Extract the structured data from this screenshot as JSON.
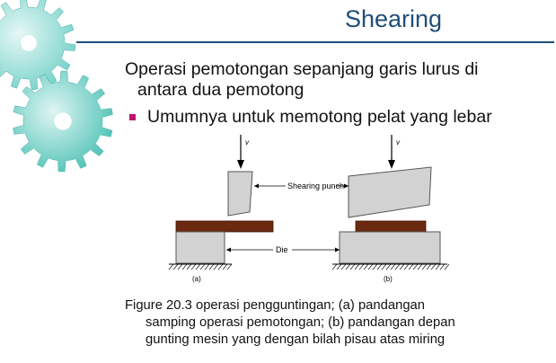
{
  "slide": {
    "title": "Shearing",
    "paragraph_line1": "Operasi pemotongan sepanjang garis lurus di",
    "paragraph_line2": "antara dua pemotong",
    "bullet_text": "Umumnya untuk memotong pelat yang lebar"
  },
  "diagram": {
    "velocity_left": "v",
    "velocity_right": "v",
    "shearing_punch_label": "Shearing punch",
    "die_label": "Die",
    "label_a": "(a)",
    "label_b": "(b)"
  },
  "caption": {
    "line1": "Figure 20.3  operasi pengguntingan; (a) pandangan",
    "line2": "samping operasi pemotongan; (b) pandangan depan",
    "line3": "gunting mesin yang dengan bilah pisau atas miring"
  },
  "colors": {
    "title": "#1f4e79",
    "gear_fill": "#4fc7bd",
    "bullet": "#c01070",
    "workpiece": "#6b2a10",
    "tool_gray": "#d2d2d2"
  }
}
